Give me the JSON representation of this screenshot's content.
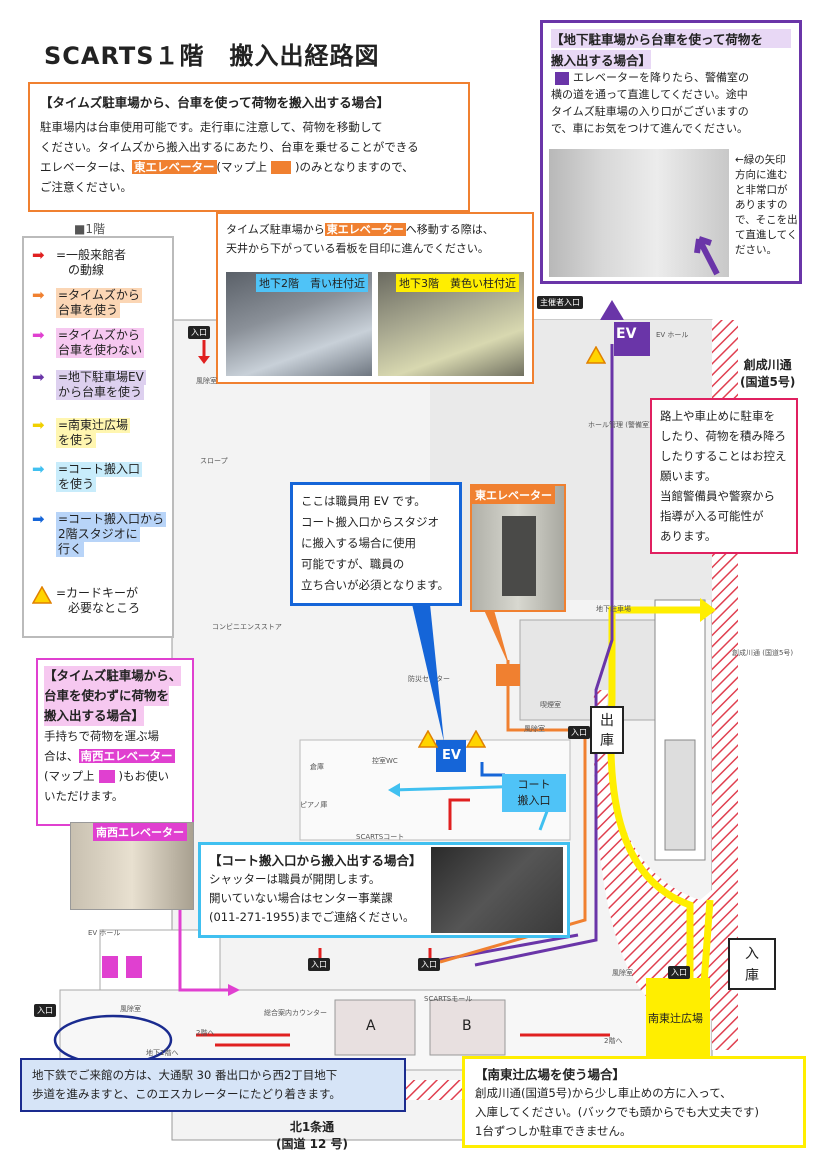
{
  "title": "SCARTS１階　搬入出経路図",
  "floor_label": "■1階",
  "times_cart": {
    "heading": "【タイムズ駐車場から、台車を使って荷物を搬入出する場合】",
    "line1": "駐車場内は台車使用可能です。走行車に注意して、荷物を移動して",
    "line2": "ください。タイムズから搬入出するにあたり、台車を乗せることができる",
    "line3a": "エレベーターは、",
    "ev": "東エレベーター",
    "line3b": "(マップ上",
    "line3c": ")のみとなりますので、",
    "line4": "ご注意ください。"
  },
  "times_route": {
    "line1a": "タイムズ駐車場から",
    "ev": "東エレベーター",
    "line1b": "へ移動する際は、",
    "line2": "天井から下がっている看板を目印に進んでください。",
    "photo1_caption": "地下2階　青い柱付近",
    "photo2_caption": "地下3階　黄色い柱付近"
  },
  "underground_cart": {
    "heading1": "【地下駐車場から台車を使って荷物を",
    "heading2": "搬入出する場合】",
    "line1": "エレベーターを降りたら、警備室の",
    "line2": "横の道を通って直進してください。途中",
    "line3": "タイムズ駐車場の入り口がございますの",
    "line4": "で、車にお気をつけて進んでください。",
    "side1": "←緑の矢印",
    "side2": "方向に進む",
    "side3": "と非常口が",
    "side4": "ありますの",
    "side5": "で、そこを出",
    "side6": "て直進してく",
    "side7": "ださい。"
  },
  "legend": {
    "general_arrow": "=一般来館者",
    "general_2": "の動線",
    "times_cart_1": "=タイムズから",
    "times_cart_2": "台車を使う",
    "times_nocart_1": "=タイムズから",
    "times_nocart_2": "台車を使わない",
    "underground_1": "=地下駐車場EV",
    "underground_2": "から台車を使う",
    "southeast_1": "=南東辻広場",
    "southeast_2": "を使う",
    "court_1": "=コート搬入口",
    "court_2": "を使う",
    "court_studio_1": "=コート搬入口から",
    "court_studio_2": "2階スタジオに",
    "court_studio_3": "行く",
    "card_1": "=カードキーが",
    "card_2": "必要なところ"
  },
  "staff_ev": {
    "line1": "ここは職員用 EV です。",
    "line2": "コート搬入口からスタジオ",
    "line3": "に搬入する場合に使用",
    "line4": "可能ですが、職員の",
    "line5": "立ち合いが必須となります。"
  },
  "east_ev_photo_caption": "東エレベーター",
  "parking_warning": {
    "line1": "路上や車止めに駐車を",
    "line2": "したり、荷物を積み降ろ",
    "line3": "したりすることはお控え",
    "line4": "願います。",
    "line5": "当館警備員や警察から",
    "line6": "指導が入る可能性が",
    "line7": "あります。"
  },
  "times_nocart": {
    "heading1": "【タイムズ駐車場から、",
    "heading2": "台車を使わずに荷物を",
    "heading3": "搬入出する場合】",
    "line1": "手持ちで荷物を運ぶ場",
    "line2a": "合は、",
    "ev": "南西エレベーター",
    "line3a": "(マップ上",
    "line3b": ")もお使い",
    "line4": "いただけます。",
    "photo_caption": "南西エレベーター"
  },
  "court": {
    "heading": "【コート搬入口から搬入出する場合】",
    "line1": "シャッターは職員が開閉します。",
    "line2": "開いていない場合はセンター事業課",
    "line3": "(011-271-1955)までご連絡ください。"
  },
  "subway": {
    "line1": "地下鉄でご来館の方は、大通駅 30 番出口から西2丁目地下",
    "line2": "歩道を進みますと、このエスカレーターにたどり着きます。"
  },
  "southeast": {
    "heading": "【南東辻広場を使う場合】",
    "line1": "創成川通(国道5号)から少し車止めの方に入って、",
    "line2": "入庫してください。(バックでも頭からでも大丈夫です)",
    "line3": "1台ずつしか駐車できません。"
  },
  "map": {
    "road_east_1": "創成川通",
    "road_east_2": "(国道5号)",
    "road_north_1": "北1条通",
    "road_north_2": "(国道 12 号)",
    "ev_label": "EV",
    "court_entrance_1": "コート",
    "court_entrance_2": "搬入口",
    "exit_label_1": "出",
    "exit_label_2": "庫",
    "enter_label_1": "入",
    "enter_label_2": "庫",
    "southeast_plaza": "南東辻広場",
    "organizer_entrance": "主催者入口",
    "entrance": "入口",
    "room_a": "A",
    "room_b": "B",
    "convenience": "コンビニエンスストア",
    "disaster_center": "防災センター",
    "smoking": "喫煙室",
    "windbreak": "風除室",
    "warehouse": "倉庫",
    "staff_wc": "控室WC",
    "piano": "ピアノ庫",
    "scarts_court": "SCARTSコート",
    "scarts_mall": "SCARTSモール",
    "info_counter": "総合案内カウンター",
    "to_2f": "2階へ",
    "to_b1": "地下1階へ",
    "slope": "スロープ",
    "ev_hall": "EV ホール",
    "hall_office": "ホール管理 (警備室)",
    "underground_parking": "地下駐車場",
    "road_small": "創成川通 (国道5号)"
  },
  "colors": {
    "orange": "#f08030",
    "pink": "#e040d0",
    "purple": "#6a35a8",
    "yellow": "#ffee00",
    "cyan": "#40c0f0",
    "blue": "#1565d8",
    "red": "#e02020",
    "hatch": "#e04050"
  }
}
